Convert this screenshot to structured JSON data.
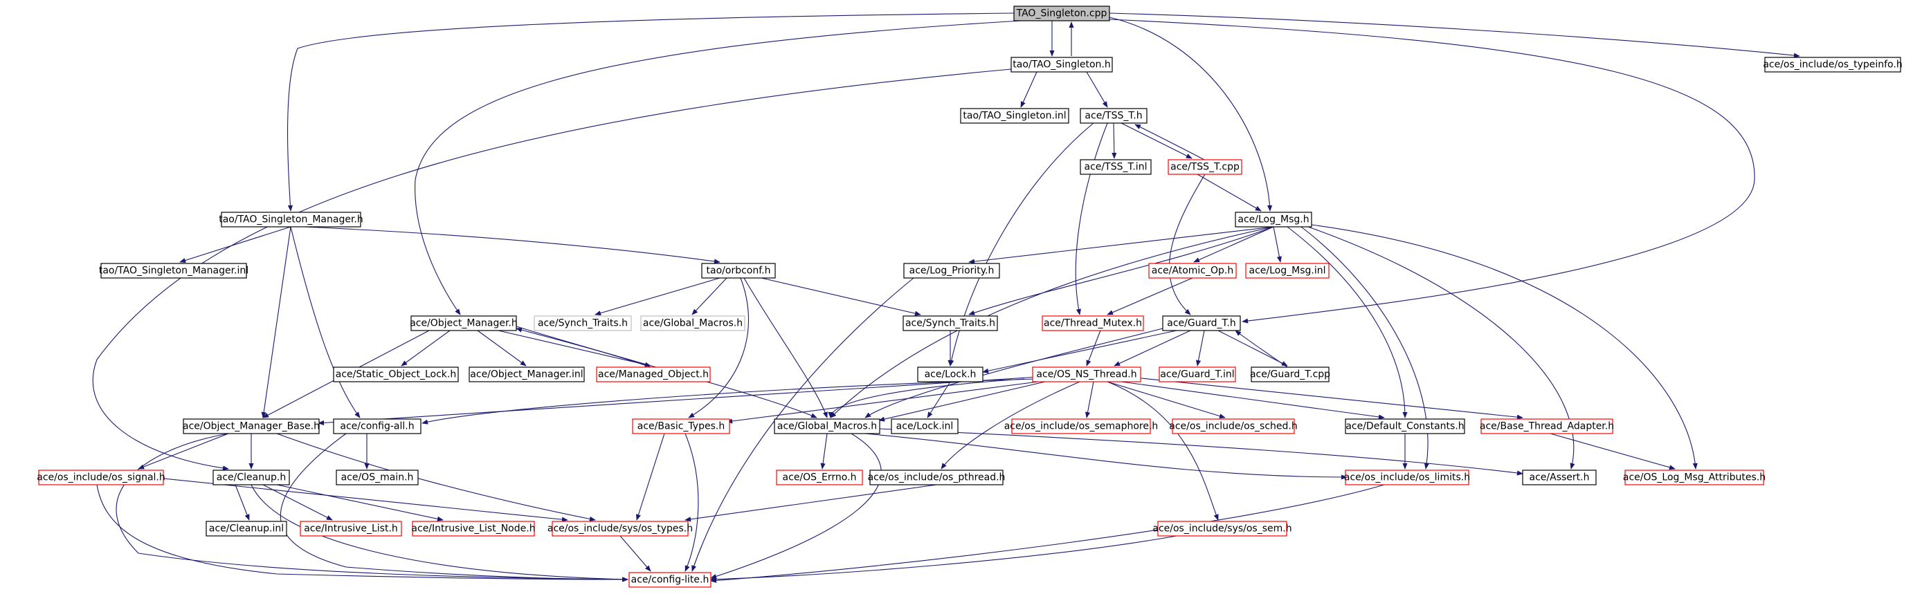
{
  "colors": {
    "edge": "#191970",
    "border_black": "#000000",
    "border_red": "#ff0000",
    "border_grey": "#bfbfbf",
    "root_fill": "#bfbfbf",
    "text": "#000000"
  },
  "nodes": {
    "tao_singleton_cpp": "TAO_Singleton.cpp",
    "tao_singleton_h": "tao/TAO_Singleton.h",
    "os_typeinfo_h": "ace/os_include/os_typeinfo.h",
    "tao_singleton_inl": "tao/TAO_Singleton.inl",
    "tss_t_h": "ace/TSS_T.h",
    "tss_t_inl": "ace/TSS_T.inl",
    "tss_t_cpp": "ace/TSS_T.cpp",
    "tao_singleton_manager_h": "tao/TAO_Singleton_Manager.h",
    "log_msg_h": "ace/Log_Msg.h",
    "tao_singleton_manager_inl": "tao/TAO_Singleton_Manager.inl",
    "orbconf_h": "tao/orbconf.h",
    "log_priority_h": "ace/Log_Priority.h",
    "atomic_op_h": "ace/Atomic_Op.h",
    "log_msg_inl": "ace/Log_Msg.inl",
    "object_manager_h": "ace/Object_Manager.h",
    "synch_traits_h_grey": "ace/Synch_Traits.h",
    "global_macros_h_grey": "ace/Global_Macros.h",
    "synch_traits_h": "ace/Synch_Traits.h",
    "thread_mutex_h": "ace/Thread_Mutex.h",
    "guard_t_h": "ace/Guard_T.h",
    "static_object_lock_h": "ace/Static_Object_Lock.h",
    "object_manager_inl": "ace/Object_Manager.inl",
    "managed_object_h": "ace/Managed_Object.h",
    "lock_h": "ace/Lock.h",
    "os_ns_thread_h": "ace/OS_NS_Thread.h",
    "guard_t_inl": "ace/Guard_T.inl",
    "guard_t_cpp": "ace/Guard_T.cpp",
    "object_manager_base_h": "ace/Object_Manager_Base.h",
    "config_all_h": "ace/config-all.h",
    "basic_types_h": "ace/Basic_Types.h",
    "global_macros_h": "ace/Global_Macros.h",
    "lock_inl": "ace/Lock.inl",
    "os_semaphore_h": "ace/os_include/os_semaphore.h",
    "os_sched_h": "ace/os_include/os_sched.h",
    "default_constants_h": "ace/Default_Constants.h",
    "base_thread_adapter_h": "ace/Base_Thread_Adapter.h",
    "os_main_h": "ace/OS_main.h",
    "os_errno_h": "ace/OS_Errno.h",
    "os_pthread_h": "ace/os_include/os_pthread.h",
    "os_limits_h": "ace/os_include/os_limits.h",
    "assert_h": "ace/Assert.h",
    "os_log_msg_attributes_h": "ace/OS_Log_Msg_Attributes.h",
    "os_signal_h": "ace/os_include/os_signal.h",
    "cleanup_h": "ace/Cleanup.h",
    "cleanup_inl": "ace/Cleanup.inl",
    "intrusive_list_h": "ace/Intrusive_List.h",
    "intrusive_list_node_h": "ace/Intrusive_List_Node.h",
    "os_types_h": "ace/os_include/sys/os_types.h",
    "os_sem_h": "ace/os_include/sys/os_sem.h",
    "config_lite_h": "ace/config-lite.h"
  }
}
